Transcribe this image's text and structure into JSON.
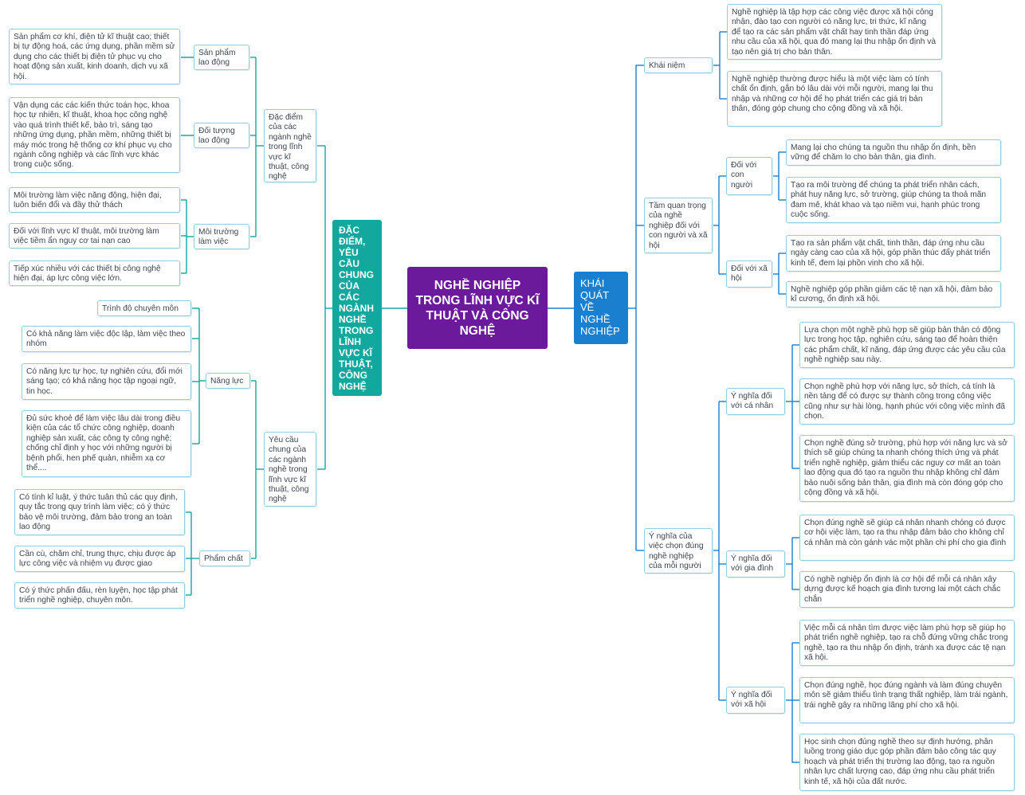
{
  "center": "NGHỀ NGHIỆP TRONG LĨNH VỰC KĨ THUẬT VÀ CÔNG NGHỆ",
  "left_main": "ĐẶC ĐIỂM, YÊU CẦU CHUNG CỦA CÁC NGÀNH NGHỀ TRONG LĨNH VỰC KĨ THUẬT, CÔNG NGHỆ",
  "right_main": "KHÁI QUÁT VỀ NGHỀ NGHIỆP",
  "left": {
    "dac_diem": {
      "label": "Đặc điểm của các ngành nghề trong lĩnh vực kĩ thuật, công nghệ",
      "san_pham": {
        "label": "Sản phẩm lao động",
        "items": [
          "Sản phẩm cơ khí, điện tử kĩ thuật cao; thiết bị tự động hoá, các ứng dụng, phần mềm sử dụng cho các thiết bị điện tử phục vụ cho hoạt động sản xuất, kinh doanh, dịch vụ xã hội."
        ]
      },
      "doi_tuong": {
        "label": "Đối tượng lao động",
        "items": [
          "Vận dụng các các kiến thức toán học, khoa học tự nhiên, kĩ thuật, khoa học công nghệ vào quá trình thiết kế, bảo trì, sáng tạo những ứng dụng, phần mềm, những thiết bị máy móc trong hệ thống cơ khí phục vụ cho ngành công nghiệp và các lĩnh vực khác trong cuộc sống."
        ]
      },
      "moi_truong": {
        "label": "Môi trường làm việc",
        "items": [
          "Môi trường làm việc năng động, hiện đại, luôn biến đổi và đầy thử thách",
          "Đối với lĩnh vực kĩ thuật, môi trường làm việc tiềm ẩn nguy cơ tai nạn cao",
          "Tiếp xúc nhiều với các thiết bị công nghệ hiện đại, áp lực công việc lớn."
        ]
      }
    },
    "yeu_cau": {
      "label": "Yêu cầu chung của các ngành nghề trong lĩnh vực kĩ thuật, công nghệ",
      "nang_luc": {
        "label": "Năng lực",
        "items": [
          "Trình độ chuyên môn",
          "Có khả năng làm việc độc lập, làm việc theo nhóm",
          "Có năng lực tự học, tự nghiên cứu, đổi mới sáng tạo; có khả năng học tập ngoại ngữ, tin học.",
          "Đủ sức khoẻ để làm việc lâu dài trong điều kiện của các tổ chức công nghiệp, doanh nghiệp sản xuất, các công ty công nghệ; chống chỉ định y học với những người bị bệnh phổi, hen phế quản, nhiễm xạ cơ thể...."
        ]
      },
      "pham_chat": {
        "label": "Phẩm chất",
        "items": [
          "Có tính kỉ luật, ý thức tuân thủ các quy định, quy tắc trong quy trình làm việc; có ý thức bảo vệ môi trường, đảm bảo trong an toàn lao động",
          "Cần cù, chăm chỉ, trung thực, chịu được áp lực công việc và nhiệm vụ được giao",
          "Có ý thức phấn đấu, rèn luyện, học tập phát triển nghề nghiệp, chuyên môn."
        ]
      }
    }
  },
  "right": {
    "khai_niem": {
      "label": "Khái niệm",
      "items": [
        "Nghề nghiệp là tập hợp các công việc được xã hội công nhận, đào tạo con người có năng lực, tri thức, kĩ năng để tạo ra các sản phẩm vật chất hay tinh thần đáp ứng nhu cầu của xã hội, qua đó mang lại thu nhập ổn định và tạo nên giá trị cho bản thân.",
        "Nghề nghiệp thường được hiểu là một việc làm có tính chất ổn định, gắn bó lâu dài với mỗi người, mang lại thu nhập và những cơ hội để họ phát triển các giá trị bản thân, đóng góp chung cho cộng đồng và xã hội."
      ]
    },
    "tam_quan_trong": {
      "label": "Tầm quan trọng của nghề nghiệp đối với con người và xã hội",
      "con_nguoi": {
        "label": "Đối với con người",
        "items": [
          "Mang lại cho chúng ta nguồn thu nhập ổn định, bền vững để chăm lo cho bản thân, gia đình.",
          "Tạo ra môi trường để chúng ta phát triển nhân cách, phát huy năng lực, sở trường, giúp chúng ta thoả mãn đam mê, khát khao và tạo niềm vui, hạnh phúc trong cuộc sống."
        ]
      },
      "xa_hoi": {
        "label": "Đối với xã hội",
        "items": [
          "Tạo ra sản phẩm vật chất, tinh thần, đáp ứng nhu cầu ngày càng cao của xã hội, góp phần thúc đẩy phát triển kinh tế, đem lại phồn vinh cho xã hội.",
          "Nghề nghiệp góp phần giảm các tệ nạn xã hội, đảm bảo kỉ cương, ổn định xã hội."
        ]
      }
    },
    "y_nghia": {
      "label": "Ý nghĩa của việc chọn đúng nghề nghiệp của mỗi người",
      "ca_nhan": {
        "label": "Ý nghĩa đối với cá nhân",
        "items": [
          "Lựa chọn một nghề phù hợp sẽ giúp bản thân có động lực trong học tập, nghiên cứu, sáng tạo để hoàn thiện các phẩm chất, kĩ năng, đáp ứng được các yêu cầu của nghề nghiệp sau này.",
          "Chọn nghề phù hợp với năng lực, sở thích, cá tính là nền tảng để có được sự thành công trong công việc cũng như sự hài lòng, hạnh phúc với công việc mình đã chọn.",
          "Chọn nghề đúng sở trường, phù hợp với năng lực và sở thích sẽ giúp chúng ta nhanh chóng thích ứng và phát triển nghề nghiệp, giảm thiểu các nguy cơ mất an toàn lao động qua đó tạo ra nguồn thu nhập không chỉ đảm bảo nuôi sống bản thân, gia đình mà còn đóng góp cho cộng đồng và xã hội."
        ]
      },
      "gia_dinh": {
        "label": "Ý nghĩa đối với gia đình",
        "items": [
          "Chọn đúng nghề sẽ giúp cá nhân nhanh chóng có được cơ hội việc làm, tạo ra thu nhập đảm bảo cho không chỉ cá nhân mà còn gánh vác một phần chi phí cho gia đình",
          "Có nghề nghiệp ổn định là cơ hội để mỗi cá nhân xây dựng được kế hoạch gia đình tương lai một cách chắc chắn"
        ]
      },
      "xa_hoi": {
        "label": "Ý nghĩa đối với xã hội",
        "items": [
          "Việc mỗi cá nhân tìm được việc làm phù hợp sẽ giúp họ phát triển nghề nghiệp, tạo ra chỗ đứng vững chắc trong nghề, tạo ra thu nhập ổn định, tránh xa được các tệ nạn xã hội.",
          "Chọn đúng nghề, học đúng ngành và làm đúng chuyên môn sẽ giảm thiểu tình trạng thất nghiệp, làm trái ngành, trái nghề gây ra những lãng phí cho xã hội.",
          "Học sinh chọn đúng nghề theo sự định hướng, phân luồng trong giáo dục góp phần đảm bảo công tác quy hoạch và phát triển thị trường lao động, tạo ra nguồn nhân lực chất lượng cao, đáp ứng nhu cầu phát triển kinh tế, xã hội của đất nước."
        ]
      }
    }
  }
}
